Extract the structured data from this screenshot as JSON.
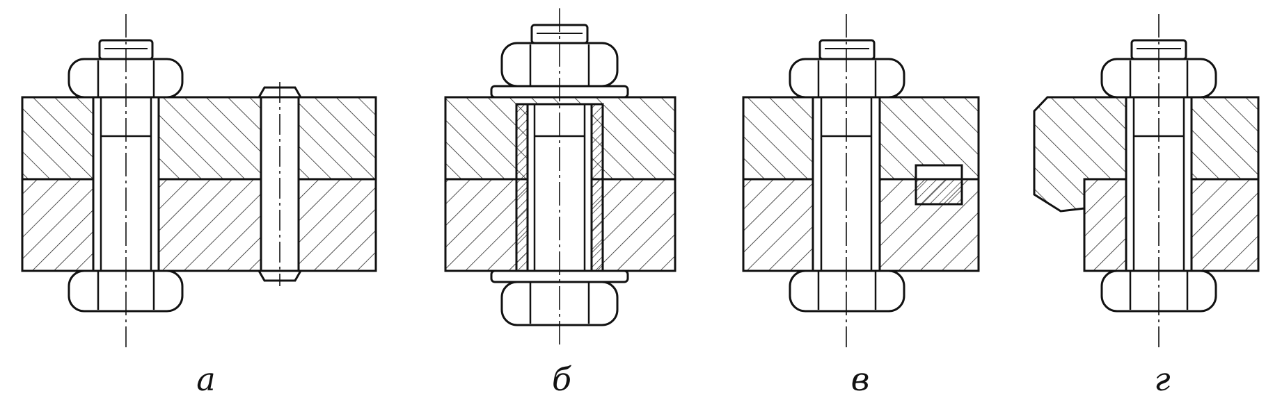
{
  "figure": {
    "captions": [
      "а",
      "б",
      "в",
      "г"
    ],
    "colors": {
      "ink": "#111111",
      "hatch": "#222222",
      "background": "#ffffff"
    },
    "panels": [
      {
        "caption": "а",
        "fastener": "bolt-with-nut",
        "extra": "dowel-pin"
      },
      {
        "caption": "б",
        "fastener": "bolt-with-nut-and-washers",
        "extra": "sleeve"
      },
      {
        "caption": "в",
        "fastener": "bolt-with-nut",
        "extra": "key"
      },
      {
        "caption": "г",
        "fastener": "bolt-with-nut",
        "extra": "stepped-plates"
      }
    ]
  }
}
